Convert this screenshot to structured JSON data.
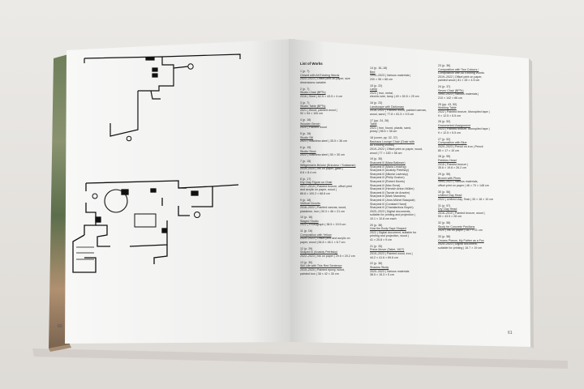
{
  "spread": {
    "left_page": {
      "page_number": "60"
    },
    "right_page": {
      "page_number": "61",
      "list_title": "List of Works",
      "columns": [
        [
          {
            "num": "1 (p. 7)",
            "lines": [
              "Closed with All Existing Words",
              "2022–2023 | Offset print on paper, size",
              "dimensions variable"
            ]
          },
          {
            "num": "2 (p. 7)",
            "lines": [
              "Studio Chair (BPTs)",
              "2016 | Steel | 62.5 × 43.5 × 4 cm"
            ]
          },
          {
            "num": "3 (p. 7)",
            "lines": [
              "Studio Table (BPTs)",
              "2021 | Wood, painted wood |",
              "92 × 94 × 100 cm"
            ]
          },
          {
            "num": "4 (p. 16)",
            "lines": [
              "Wooden Bench",
              "2020 | Painted wood"
            ]
          },
          {
            "num": "5 (p. 16)",
            "lines": [
              "Studio Sill",
              "2021 | Stainless steel | 35.5 × 36 cm"
            ]
          },
          {
            "num": "6 (p. 15)",
            "lines": [
              "Studio Stool",
              "2022 | Stainless steel | 50 × 30 cm"
            ]
          },
          {
            "num": "7 (p. 15)",
            "lines": [
              "Wittgenstein Brücke (Bricoleur / Solatamin)",
              "2019–2020 | Ink on paper, glass |",
              "8.8 × 8.4 cm"
            ]
          },
          {
            "num": "8 (p. 17)",
            "lines": [
              "Dry Clay Figure on Chair",
              "2017–2019 | Painted bronze, offset print",
              "and acrylic on paper, wood |",
              "88.8 × 100.2 × 68.8 cm"
            ]
          },
          {
            "num": "9 (p. 18)",
            "lines": [
              "Vertical Circuits",
              "2016–2022 | Painted canvas, wood,",
              "plasticine, iron | 30.3 × 46 × 21 cm"
            ]
          },
          {
            "num": "10 (p. 16)",
            "lines": [
              "Staged Studio",
              "2022 | Photograph | 38.5 × 19.5 cm"
            ]
          },
          {
            "num": "11 (p. 16)",
            "lines": [
              "Composition with Yellow",
              "2020–2023 | Offset print and acrylic on",
              "paper, wood | 84.8 × 46.1 × 6.7 cm"
            ]
          },
          {
            "num": "12 (p. 29)",
            "lines": [
              "Shaped Ill (Anatoly Petritsky)",
              "2022–2023 | Ink on paper | 29.5 × 20.2 cm"
            ]
          },
          {
            "num": "13 (p. 30)",
            "lines": [
              "Still Life with This Red Sentence",
              "2015–2020 | Painted epoxy, wood,",
              "painted iron | 38 × 42 × 30 cm"
            ]
          }
        ],
        [
          {
            "num": "14 (p. 16–18)",
            "lines": [
              "Bed",
              "1990–2023 | Various materials |",
              "200 × 96 × 66 cm"
            ]
          },
          {
            "num": "15 (p. 22)",
            "lines": [
              "Lamp",
              "2023 | Iron, metal,",
              "electric wire, lamp | 49 × 50.5 × 29 cm"
            ]
          },
          {
            "num": "16 (p. 23)",
            "lines": [
              "Landscape with Dictionary",
              "2016–2022 | Painted wood, painted canvas,",
              "wood, sand | 77.8 × 81.5 × 9.5 cm"
            ]
          },
          {
            "num": "17 (pp. 24, 26)",
            "lines": [
              "Table",
              "2021 | Iron, found, plastic, sand,",
              "jersey | 98.5 × 38 cm"
            ]
          },
          {
            "num": "18 (cover, pp. 32, 37)",
            "lines": [
              "Bauhaus Lounge Chair (Chair with",
              "All Existing Words)",
              "2019–2022 | Offset print on paper, wood,",
              "wood | 77 × 183 × 56 cm"
            ]
          },
          {
            "num": "19 (p. 35)",
            "lines": [
              "Sharpest ill (Mara Balteser)",
              "Sharpest ill (Maria Lesseng)",
              "Sharpest ill (Anatoly Petritsky)",
              "Sharpest ill (Nikolai Lavinsky)",
              "Sharpest ill (Philip Guston)",
              "Sharpest ill (Robert Morris)",
              "Sharpest ill (Max Ernst)",
              "Sharpest ill (Henrich Anton Müller)",
              "Sharpest ill (Tavole de Anselm)",
              "Sharpest ill (Mark Manders)",
              "Sharpest ill (Jean-Michel Basquiat)",
              "Sharpest ill (Constant Hand)",
              "Sharpest ill (Charalambos Boych)",
              "2020–2023 | Digital documents,",
              "suitable for printing and projection |",
              "10.1 × 10.8 cm each"
            ]
          },
          {
            "num": "20 (p. 36)",
            "lines": [
              "How the Body Says Shaped",
              "2022 | Digital document, suitable for",
              "printing and projection, wood |",
              "41 × 25.8 × 9 cm"
            ]
          },
          {
            "num": "21 (p. 33)",
            "lines": [
              "Prime Mover (Tatlet, 1927)",
              "2019–2023 | Painted wood, iron |",
              "44.2 × 41.6 × 69.6 cm"
            ]
          },
          {
            "num": "22 (p. 36)",
            "lines": [
              "Shadow Study",
              "2020–2023 | Various materials",
              "38.5 × 15.3 × 5 cm"
            ]
          }
        ],
        [
          {
            "num": "23 (p. 36)",
            "lines": [
              "Composition with Two Colours /",
              "Composition with All Existing Words",
              "2019–2022 | Offset print on paper,",
              "painted wood | 81 × 28 × 4.5 cm"
            ]
          },
          {
            "num": "24 (p. 37)",
            "lines": [
              "Seven Chair (BPTs)",
              "1990–2023 | Various materials |",
              "210 × 142 × 66 cm"
            ]
          },
          {
            "num": "25 (pp. 43, 50)",
            "lines": [
              "Working Table",
              "2022 | Painted bronze, Monoplied tape |",
              "9 × 12.5 × 5.5 cm"
            ]
          },
          {
            "num": "26 (p. 52)",
            "lines": [
              "Documented Assignment",
              "2023 | Painted bronze, Monoplied tape |",
              "9 × 12.5 × 5.5 cm"
            ]
          },
          {
            "num": "27 (p. 52)",
            "lines": [
              "Composition with Blue",
              "2020–2023 | Pencil on iron | Pencil",
              "80 × 17 × 10 cm"
            ]
          },
          {
            "num": "28 (p. 55)",
            "lines": [
              "Pebbles Head",
              "2015 | Painted bronze |",
              "35.6 × 19.8 × 26.2 cm"
            ]
          },
          {
            "num": "29 (p. 55)",
            "lines": [
              "Broom with Pines",
              "1994–2021 | Various materials,",
              "offset print on paper | 46 × 70 × 148 cm"
            ]
          },
          {
            "num": "30 (p. 56)",
            "lines": [
              "Unfired Clay Head",
              "2022 | Unfired clay, Teak | 30 × 18 × 10 cm"
            ]
          },
          {
            "num": "31 (p. 57)",
            "lines": [
              "Dry Clay Head",
              "2016–2019 | Painted bronze, wood |",
              "55 × 43.5 × 28 cm"
            ]
          },
          {
            "num": "32 (p. 58)",
            "lines": [
              "Study for Concrete Pavilions",
              "2020 | Ink on paper | 18.7 × 21 cm"
            ]
          },
          {
            "num": "33 (p. 58)",
            "lines": [
              "Ornans Pianos, My Father as a Fox",
              "2020–2023 | Digital document,",
              "suitable for printing | 16.7 × 19 cm"
            ]
          }
        ]
      ]
    }
  }
}
